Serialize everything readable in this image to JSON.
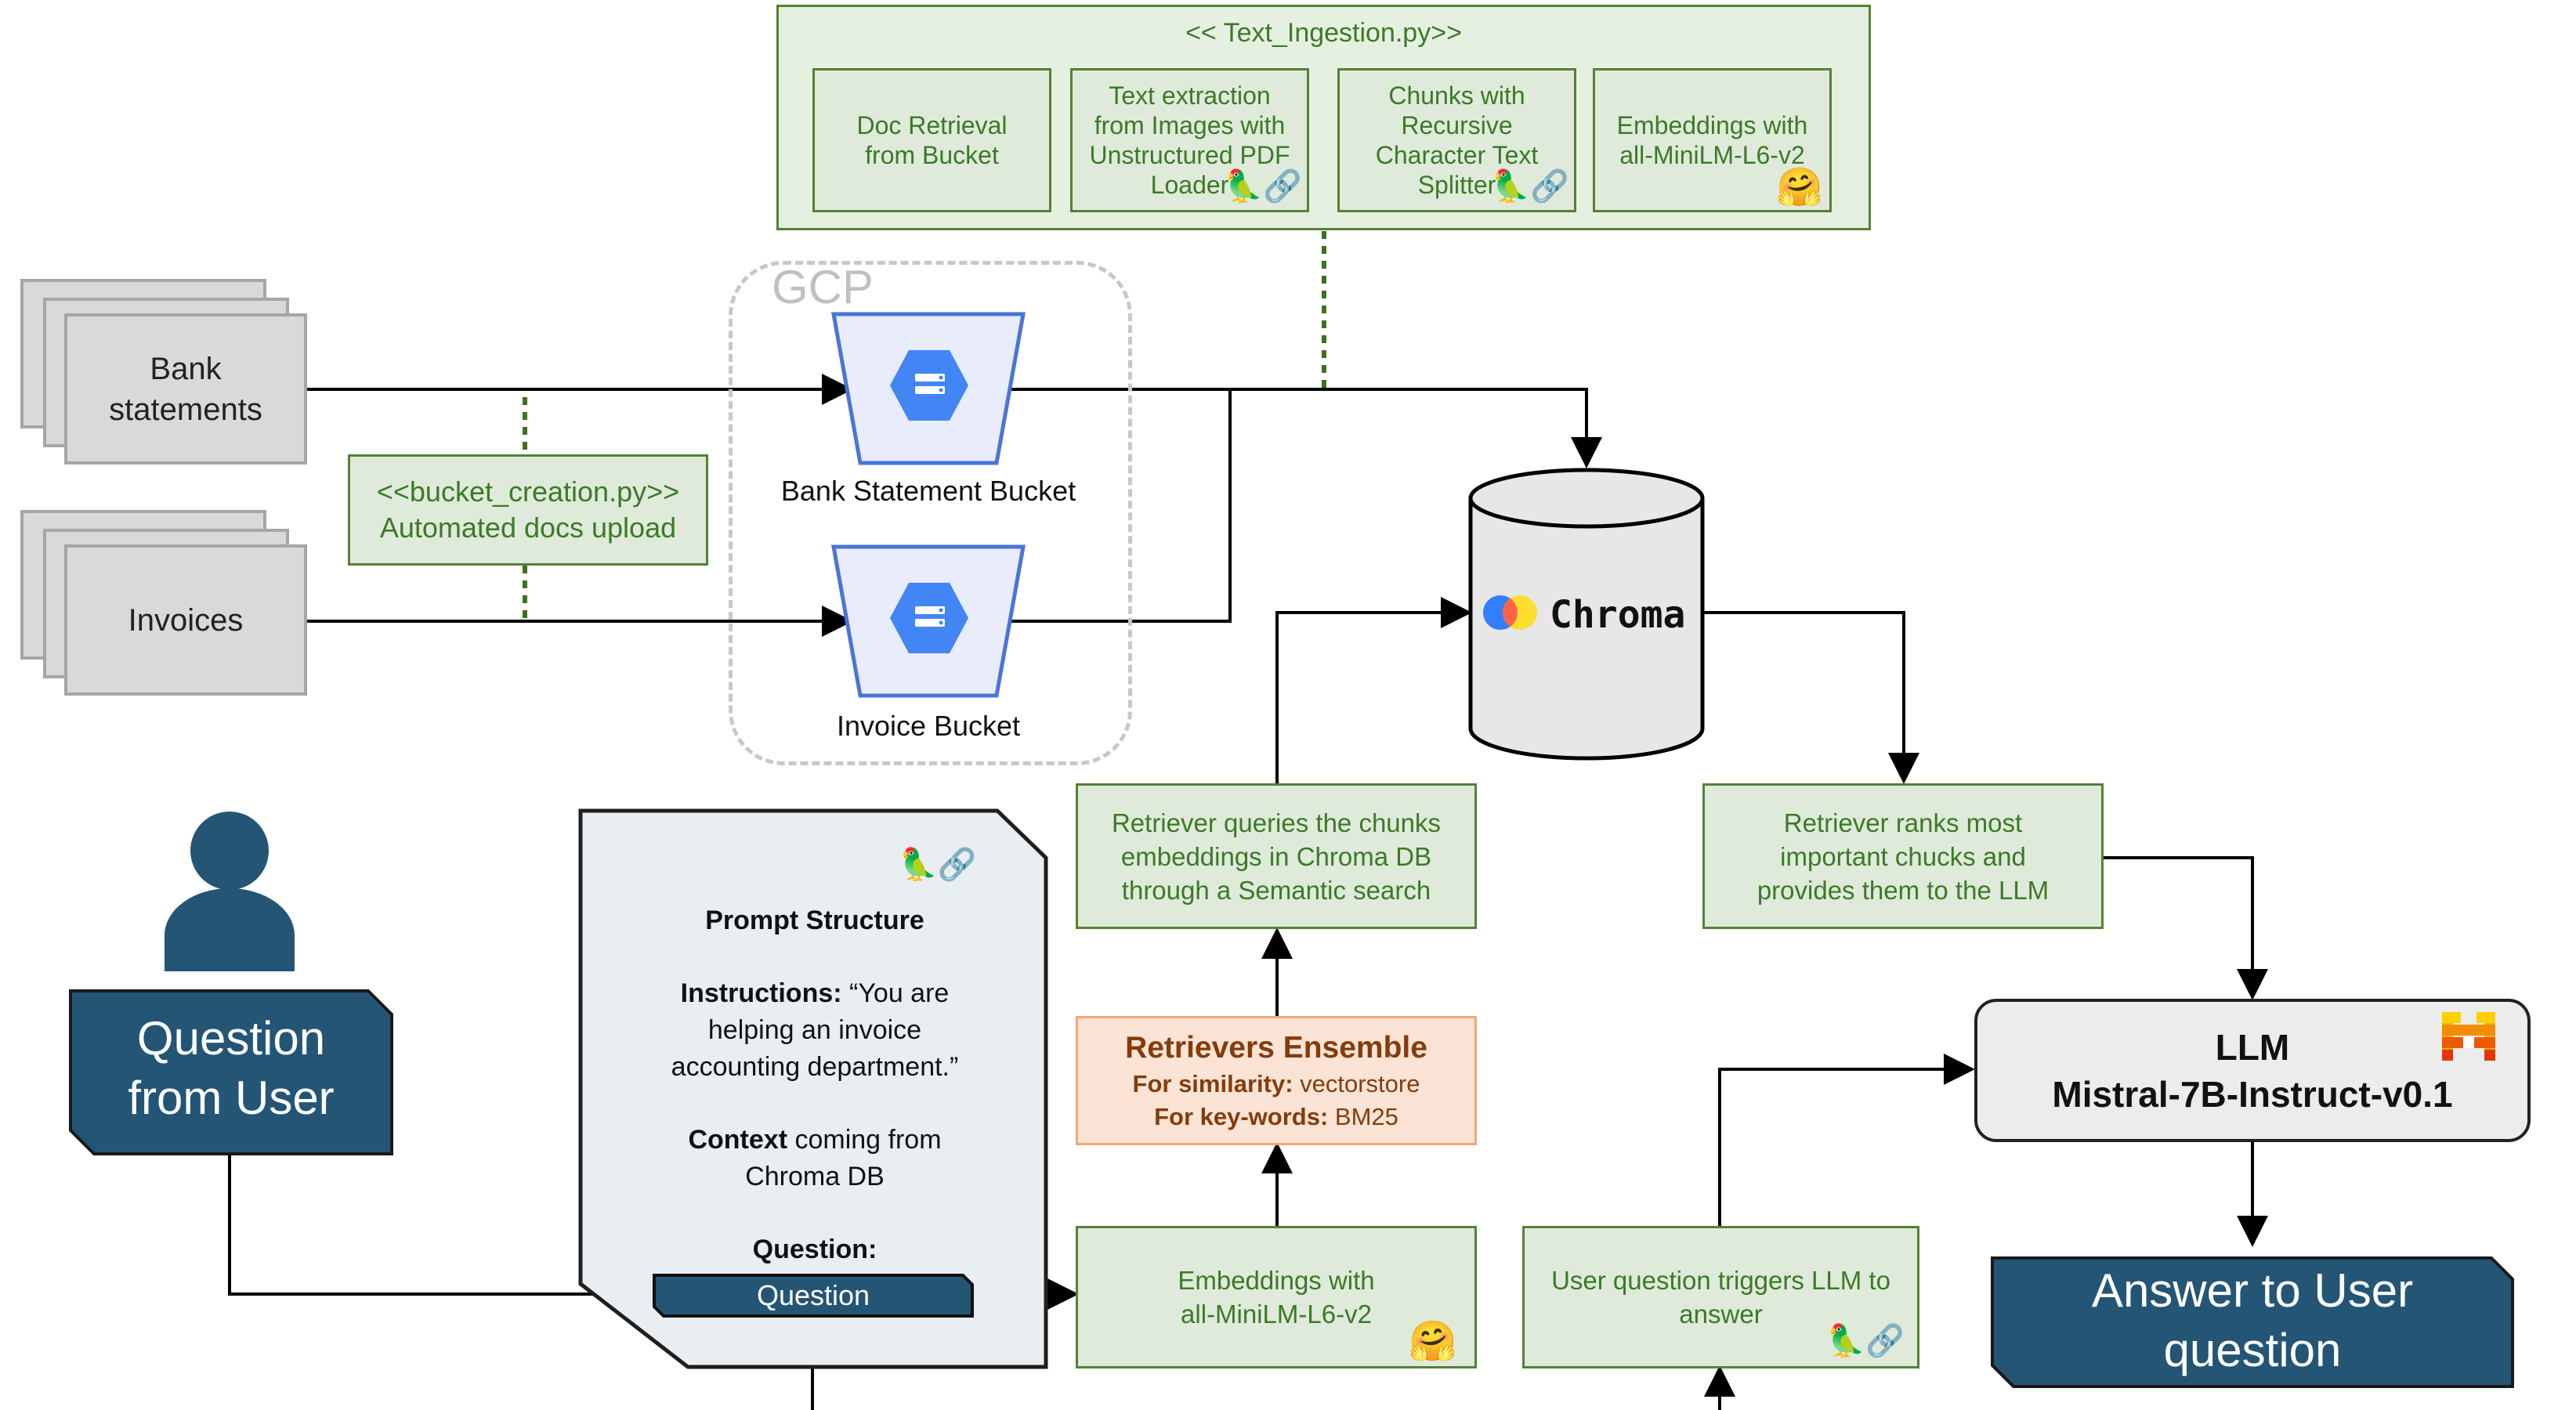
{
  "ingestion": {
    "title": "<< Text_Ingestion.py>>",
    "steps": [
      {
        "text": "Doc Retrieval from Bucket"
      },
      {
        "text": "Text extraction from Images with Unstructured PDF Loader"
      },
      {
        "text": "Chunks with Recursive Character Text Splitter"
      },
      {
        "text": "Embeddings with all-MiniLM-L6-v2"
      }
    ]
  },
  "sources": {
    "bank": "Bank statements",
    "invoices": "Invoices"
  },
  "bucket_creation": {
    "line1": "<<bucket_creation.py>>",
    "line2": "Automated docs upload"
  },
  "gcp": {
    "label": "GCP",
    "bank_bucket": "Bank Statement Bucket",
    "invoice_bucket": "Invoice Bucket"
  },
  "chroma": {
    "label": "Chroma"
  },
  "retriever_query": "Retriever queries the chunks embeddings in Chroma DB through a Semantic search",
  "retriever_rank": "Retriever ranks most important chucks and provides them to the LLM",
  "ensemble": {
    "title": "Retrievers Ensemble",
    "similarity_label": "For similarity:",
    "similarity_value": " vectorstore",
    "keywords_label": "For key-words:",
    "keywords_value": " BM25"
  },
  "embeddings_query": "Embeddings with all-MiniLM-L6-v2",
  "user_trigger": "User question triggers LLM to answer",
  "prompt": {
    "title": "Prompt  Structure",
    "instructions_label": "Instructions:",
    "instructions_text": " “You are helping an invoice accounting department.”",
    "context_label": "Context",
    "context_text": " coming from Chroma DB",
    "question_label": "Question:",
    "question_box": "Question"
  },
  "question_from_user": "Question from User",
  "llm": {
    "title": "LLM",
    "model": "Mistral-7B-Instruct-v0.1"
  },
  "answer": "Answer to User question",
  "colors": {
    "green_fill": "#dfeadb",
    "green_border": "#548235",
    "green_text": "#3b7a26",
    "dark_blue": "#245575",
    "bucket_blue": "#4a74d6",
    "ensemble_fill": "#fbe4d5",
    "ensemble_text": "#843c0c"
  },
  "icons": [
    "parrot-chain-icon",
    "hugging-face-icon",
    "gcp-storage-icon",
    "chroma-logo-icon",
    "mistral-logo-icon",
    "user-icon"
  ]
}
